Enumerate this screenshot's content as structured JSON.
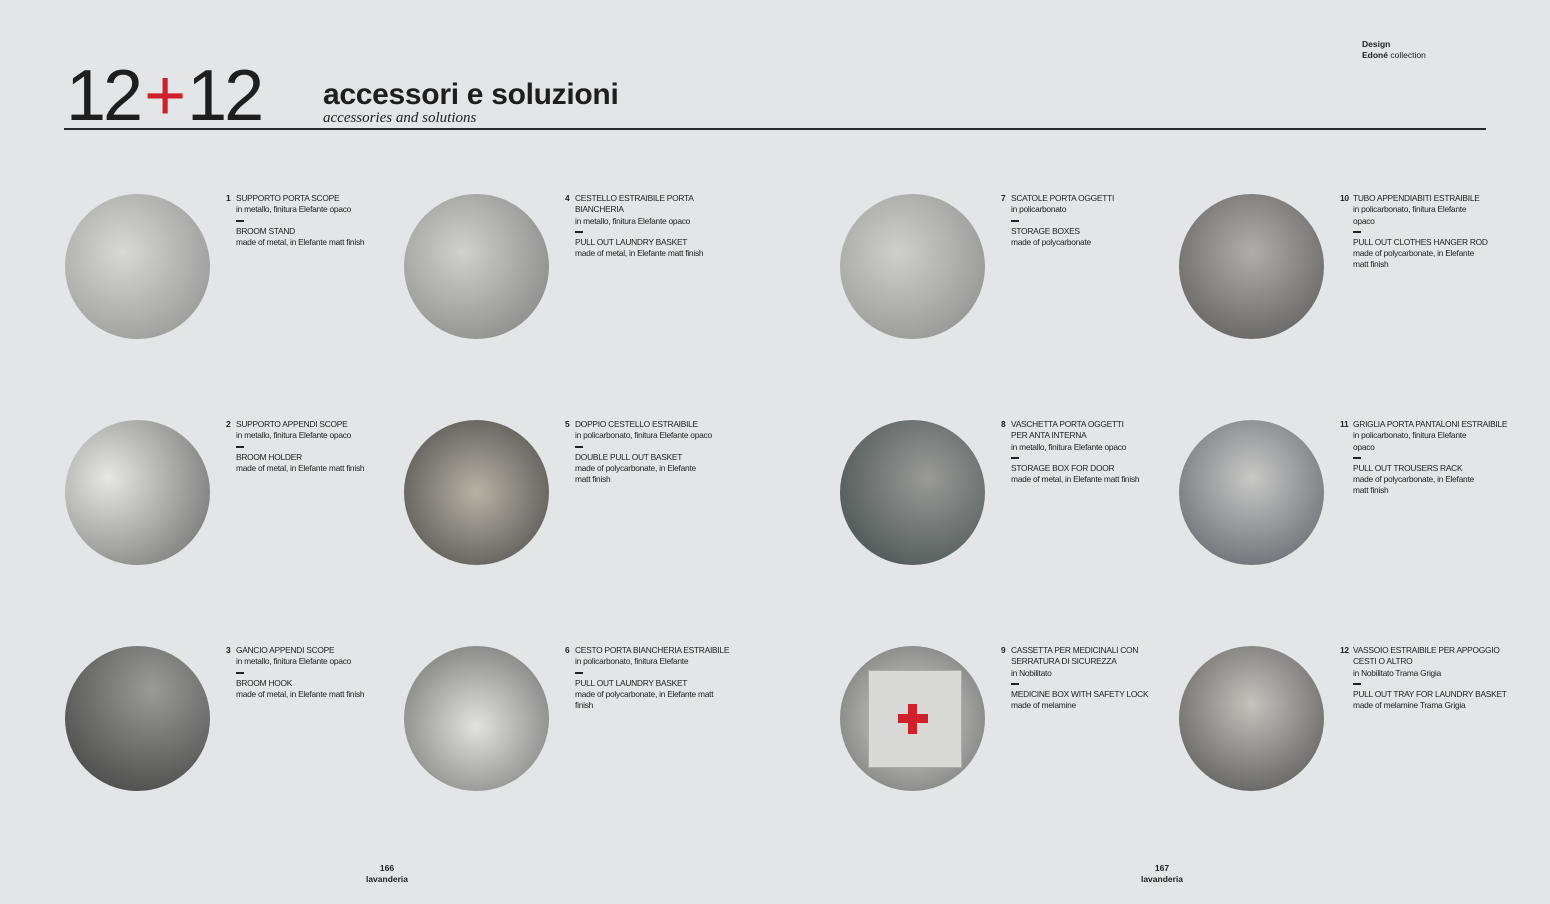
{
  "header": {
    "number_left": "12",
    "plus": "+",
    "number_right": "12",
    "title": "accessori e soluzioni",
    "subtitle": "accessories and solutions",
    "brand_label": "Design",
    "brand_name": "Edoné",
    "brand_suffix": "collection"
  },
  "colors": {
    "accent": "#d0202a",
    "background": "#e3e5e6"
  },
  "items": [
    {
      "num": "1",
      "it_title": [
        "SUPPORTO PORTA SCOPE"
      ],
      "it_desc": [
        "in metallo, finitura Elefante opaco"
      ],
      "en_title": [
        "BROOM STAND"
      ],
      "en_desc": [
        "made of metal, in Elefante matt finish"
      ]
    },
    {
      "num": "2",
      "it_title": [
        "SUPPORTO APPENDI SCOPE"
      ],
      "it_desc": [
        "in metallo, finitura Elefante opaco"
      ],
      "en_title": [
        "BROOM HOLDER"
      ],
      "en_desc": [
        "made of metal, in Elefante matt finish"
      ]
    },
    {
      "num": "3",
      "it_title": [
        "GANCIO APPENDI SCOPE"
      ],
      "it_desc": [
        "in metallo, finitura Elefante opaco"
      ],
      "en_title": [
        "BROOM HOOK"
      ],
      "en_desc": [
        "made of metal, in Elefante matt finish"
      ]
    },
    {
      "num": "4",
      "it_title": [
        "CESTELLO ESTRAIBILE PORTA",
        "BIANCHERIA"
      ],
      "it_desc": [
        "in metallo, finitura Elefante opaco"
      ],
      "en_title": [
        "PULL OUT LAUNDRY BASKET"
      ],
      "en_desc": [
        "made of metal, in Elefante matt finish"
      ]
    },
    {
      "num": "5",
      "it_title": [
        "DOPPIO CESTELLO ESTRAIBILE"
      ],
      "it_desc": [
        "in policarbonato, finitura Elefante opaco"
      ],
      "en_title": [
        "DOUBLE PULL OUT BASKET"
      ],
      "en_desc": [
        "made of polycarbonate, in Elefante",
        "matt finish"
      ]
    },
    {
      "num": "6",
      "it_title": [
        "CESTO PORTA BIANCHERIA ESTRAIBILE"
      ],
      "it_desc": [
        "in policarbonato, finitura Elefante"
      ],
      "en_title": [
        "PULL OUT LAUNDRY BASKET"
      ],
      "en_desc": [
        "made of polycarbonate, in Elefante matt",
        "finish"
      ]
    },
    {
      "num": "7",
      "it_title": [
        "SCATOLE PORTA OGGETTI"
      ],
      "it_desc": [
        "in policarbonato"
      ],
      "en_title": [
        "STORAGE BOXES"
      ],
      "en_desc": [
        "made of polycarbonate"
      ]
    },
    {
      "num": "8",
      "it_title": [
        "VASCHETTA PORTA OGGETTI",
        "PER ANTA INTERNA"
      ],
      "it_desc": [
        "in metallo, finitura Elefante opaco"
      ],
      "en_title": [
        "STORAGE BOX FOR DOOR"
      ],
      "en_desc": [
        "made of metal, in Elefante matt finish"
      ]
    },
    {
      "num": "9",
      "it_title": [
        "CASSETTA PER MEDICINALI CON",
        "SERRATURA DI SICUREZZA"
      ],
      "it_desc": [
        "in Nobilitato"
      ],
      "en_title": [
        "MEDICINE BOX WITH SAFETY LOCK"
      ],
      "en_desc": [
        "made of melamine"
      ]
    },
    {
      "num": "10",
      "it_title": [
        "TUBO APPENDIABITI ESTRAIBILE"
      ],
      "it_desc": [
        "in policarbonato, finitura Elefante",
        "opaco"
      ],
      "en_title": [
        "PULL OUT CLOTHES HANGER ROD"
      ],
      "en_desc": [
        "made of polycarbonate, in Elefante",
        "matt finish"
      ]
    },
    {
      "num": "11",
      "it_title": [
        "GRIGLIA PORTA PANTALONI ESTRAIBILE"
      ],
      "it_desc": [
        "in policarbonato, finitura Elefante",
        "opaco"
      ],
      "en_title": [
        "PULL OUT TROUSERS RACK"
      ],
      "en_desc": [
        "made of polycarbonate, in Elefante",
        "matt finish"
      ]
    },
    {
      "num": "12",
      "it_title": [
        "VASSOIO ESTRAIBILE PER APPOGGIO",
        "CESTI O ALTRO"
      ],
      "it_desc": [
        "in Nobilitato Trama Grigia"
      ],
      "en_title": [
        "PULL OUT TRAY FOR LAUNDRY BASKET"
      ],
      "en_desc": [
        "made of melamine Trama Grigia"
      ]
    }
  ],
  "footer": {
    "left_page": "166",
    "left_section": "lavanderia",
    "right_page": "167",
    "right_section": "lavanderia"
  }
}
